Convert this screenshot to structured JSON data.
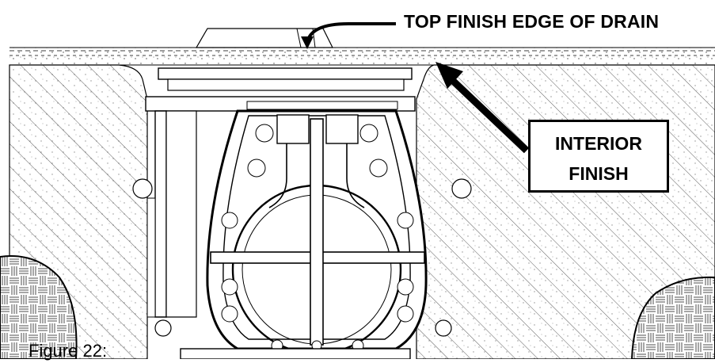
{
  "diagram": {
    "top_label": "TOP FINISH EDGE OF DRAIN",
    "interior_label_line1": "INTERIOR",
    "interior_label_line2": "FINISH",
    "caption": "Figure 22:"
  }
}
